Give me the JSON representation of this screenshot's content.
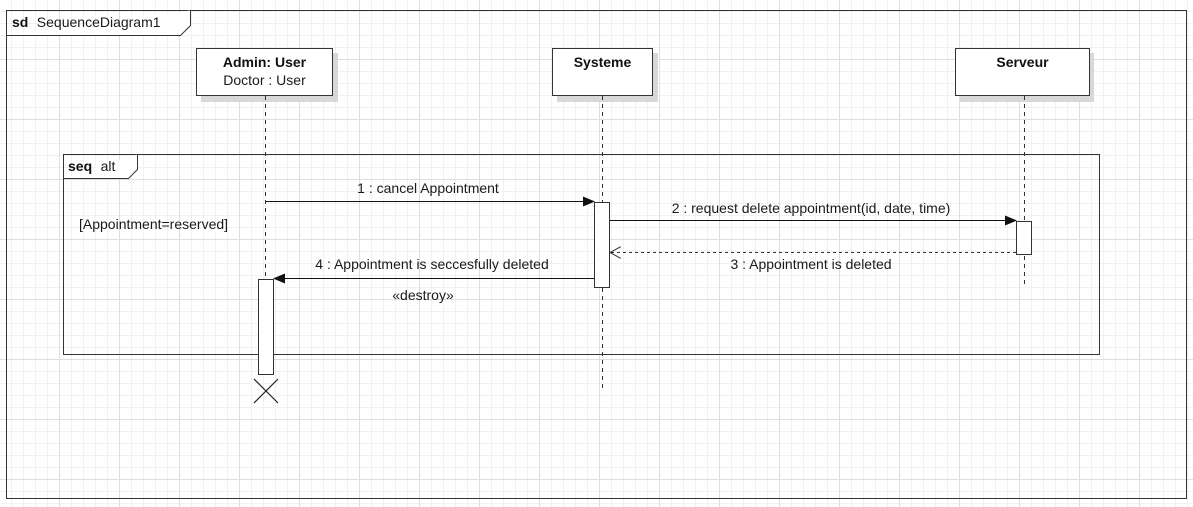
{
  "frame": {
    "keyword": "sd",
    "name": "SequenceDiagram1"
  },
  "fragment": {
    "operator": "seq",
    "operand": "alt",
    "guard": "[Appointment=reserved]"
  },
  "lifelines": [
    {
      "id": "admin",
      "line1": "Admin: User",
      "line2": "Doctor : User"
    },
    {
      "id": "systeme",
      "line1": "Systeme"
    },
    {
      "id": "serveur",
      "line1": "Serveur"
    }
  ],
  "messages": [
    {
      "number": "1",
      "text": "1 : cancel Appointment",
      "kind": "sync"
    },
    {
      "number": "2",
      "text": "2 : request delete appointment(id, date, time)",
      "kind": "sync"
    },
    {
      "number": "3",
      "text": "3 : Appointment is deleted",
      "kind": "reply"
    },
    {
      "number": "4",
      "text": "4 : Appointment is seccesfully deleted",
      "kind": "sync"
    }
  ],
  "stereotype": "«destroy»",
  "colors": {
    "stroke": "#222222",
    "grid": "#dedede",
    "shadow": "#d8d8d8"
  }
}
